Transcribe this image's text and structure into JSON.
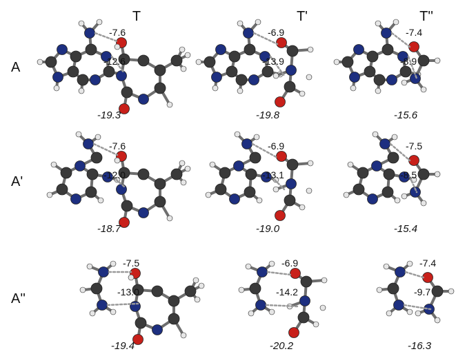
{
  "columns": [
    "T",
    "T'",
    "T''"
  ],
  "rows": [
    "A",
    "A'",
    "A''"
  ],
  "cells": [
    [
      {
        "top": "-7.6",
        "mid": "-12.6",
        "total": "-19.3"
      },
      {
        "top": "-6.9",
        "mid": "-13.9",
        "total": "-19.8"
      },
      {
        "top": "-7.4",
        "mid": "-8.9",
        "total": "-15.6"
      }
    ],
    [
      {
        "top": "-7.6",
        "mid": "-12.0",
        "total": "-18.7"
      },
      {
        "top": "-6.9",
        "mid": "-13.1",
        "total": "-19.0"
      },
      {
        "top": "-7.5",
        "mid": "-8.5",
        "total": "-15.4"
      }
    ],
    [
      {
        "top": "-7.5",
        "mid": "-13.0",
        "total": "-19.4"
      },
      {
        "top": "-6.9",
        "mid": "-14.2",
        "total": "-20.2"
      },
      {
        "top": "-7.4",
        "mid": "-9.7",
        "total": "-16.3"
      }
    ]
  ],
  "colors": {
    "carbon": "#3a3a3a",
    "nitrogen": "#1d2f80",
    "oxygen": "#c8201a",
    "hydrogen": "#e6e6e6"
  }
}
